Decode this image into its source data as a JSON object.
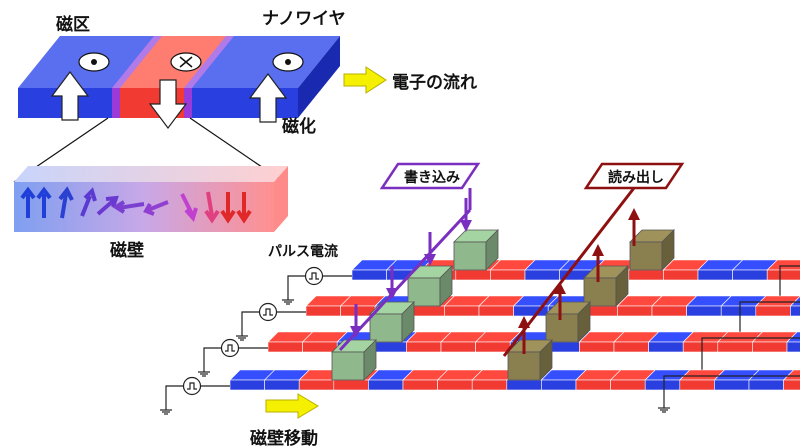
{
  "labels": {
    "domain": "磁区",
    "nanowire": "ナノワイヤ",
    "electron_flow": "電子の流れ",
    "magnetization": "磁化",
    "domain_wall": "磁壁",
    "pulse_current": "パルス電流",
    "write": "書き込み",
    "read": "読み出し",
    "domain_wall_motion": "磁壁移動"
  },
  "colors": {
    "domain_blue": "#2a3fe0",
    "domain_red": "#f03a32",
    "wall_purple": "#9a3ad8",
    "write_line": "#7a2fc0",
    "read_line": "#8e1010",
    "write_head": "#8fb88c",
    "read_head": "#8a7f4f",
    "arrow_yellow": "#f4f000"
  },
  "icons": [
    "dot-out-icon",
    "cross-in-icon",
    "pulse-icon",
    "ground-icon"
  ]
}
